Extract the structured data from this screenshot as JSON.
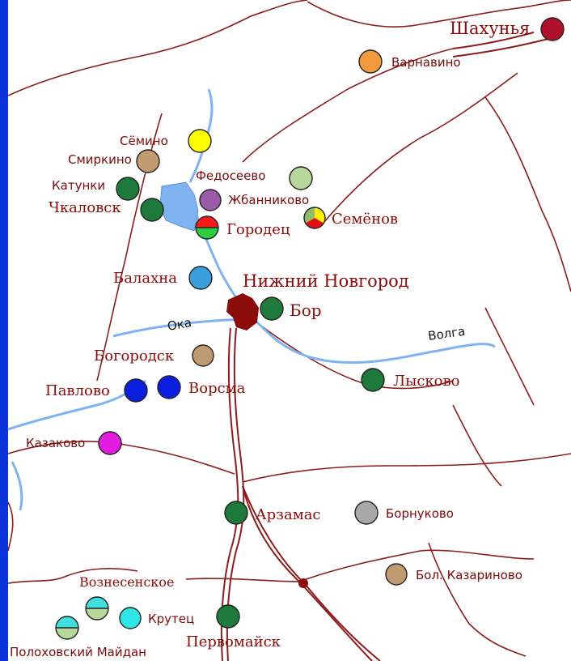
{
  "map": {
    "colors": {
      "frame": "#0a33d9",
      "land": "#ffffff",
      "border": "#8b1d1d",
      "river": "#7fb3f0",
      "city": "#8b0b0b"
    },
    "rivers": {
      "oka": "Ока",
      "volga": "Волга"
    },
    "towns": [
      {
        "id": "shakhunya",
        "label": "Шахунья",
        "style": "serif",
        "colors": [
          "#b0102a"
        ]
      },
      {
        "id": "varnavino",
        "label": "Варнавино",
        "style": "sans",
        "colors": [
          "#f19a3e"
        ]
      },
      {
        "id": "semino",
        "label": "Сёмино",
        "style": "sans",
        "colors": [
          "#ffff00"
        ]
      },
      {
        "id": "smirkino",
        "label": "Смиркино",
        "style": "sans",
        "colors": [
          "#c09a70"
        ]
      },
      {
        "id": "fedoseevo",
        "label": "Федосеево",
        "style": "sans",
        "colors": [
          "#b7d89b"
        ]
      },
      {
        "id": "katunki",
        "label": "Катунки",
        "style": "sans",
        "colors": [
          "#1d7a3a"
        ]
      },
      {
        "id": "zhbannikovo",
        "label": "Жбанниково",
        "style": "sans",
        "colors": [
          "#9b5ba6"
        ]
      },
      {
        "id": "chkalovsk",
        "label": "Чкаловск",
        "style": "serif",
        "colors": [
          "#1d7a3a"
        ]
      },
      {
        "id": "gorodets",
        "label": "Городец",
        "style": "serif",
        "colors": [
          "#ff1a1a",
          "#2ecc40"
        ]
      },
      {
        "id": "semyonov",
        "label": "Семёнов",
        "style": "serif",
        "colors": [
          "#ffee00",
          "#e01010",
          "#8fbf6a"
        ]
      },
      {
        "id": "balakhna",
        "label": "Балахна",
        "style": "serif",
        "colors": [
          "#3aa0dc"
        ]
      },
      {
        "id": "nizhny",
        "label": "Нижний Новгород",
        "style": "serif",
        "colors": []
      },
      {
        "id": "bor",
        "label": "Бор",
        "style": "serif",
        "colors": [
          "#1d7a3a"
        ]
      },
      {
        "id": "bogorodsk",
        "label": "Богородск",
        "style": "serif",
        "colors": [
          "#c09a70"
        ]
      },
      {
        "id": "pavlovo",
        "label": "Павлово",
        "style": "serif",
        "colors": [
          "#0a1fe0"
        ]
      },
      {
        "id": "vorsma",
        "label": "Ворсма",
        "style": "serif",
        "colors": [
          "#0a1fe0"
        ]
      },
      {
        "id": "lyskovo",
        "label": "Лысково",
        "style": "serif",
        "colors": [
          "#1d7a3a"
        ]
      },
      {
        "id": "kazakovo",
        "label": "Казаково",
        "style": "sans",
        "colors": [
          "#e21be0"
        ]
      },
      {
        "id": "arzamas",
        "label": "Арзамас",
        "style": "serif",
        "colors": [
          "#1d7a3a"
        ]
      },
      {
        "id": "bornukovo",
        "label": "Борнуково",
        "style": "sans",
        "colors": [
          "#a8a8a8"
        ]
      },
      {
        "id": "bol_kazarinovo",
        "label": "Бол. Казариново",
        "style": "sans",
        "colors": [
          "#c09a70"
        ]
      },
      {
        "id": "voznesenskoe",
        "label": "Вознесенское",
        "style": "serif",
        "colors": [
          "#40e0e0",
          "#b7d89b"
        ]
      },
      {
        "id": "krutets",
        "label": "Крутец",
        "style": "sans",
        "colors": [
          "#2fe6e6"
        ]
      },
      {
        "id": "pervomaysk",
        "label": "Первомайск",
        "style": "serif",
        "colors": [
          "#1d7a3a"
        ]
      },
      {
        "id": "polkhovsky",
        "label": "Полоховский Майдан",
        "style": "sans",
        "colors": [
          "#40e0e0",
          "#b7d89b"
        ]
      }
    ]
  }
}
